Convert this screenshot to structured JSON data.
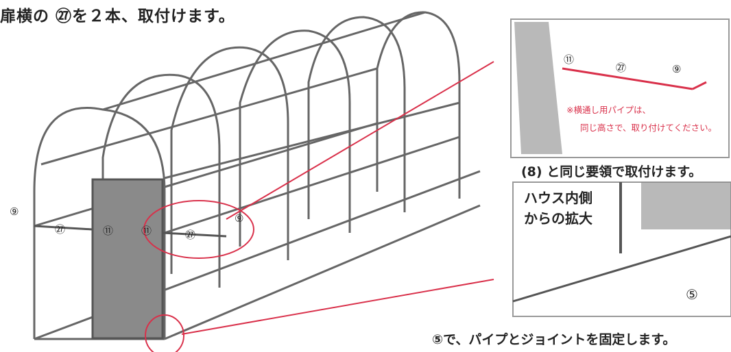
{
  "title": "扉横の ㉗を２本、取付けます。",
  "inset_top": {
    "callouts": [
      "⑪",
      "㉗",
      "⑨"
    ],
    "note_line1": "※横通し用パイプは、",
    "note_line2": "同じ高さで、取り付けてください。",
    "caption": "(8) と同じ要領で取付けます。"
  },
  "inset_bottom": {
    "label_line1": "ハウス内側",
    "label_line2": "からの拡大",
    "callout": "⑤",
    "caption": "⑤で、パイプとジョイントを固定します。"
  },
  "main_callouts": [
    "⑨",
    "㉗",
    "⑪",
    "⑪",
    "㉗",
    "⑨"
  ],
  "colors": {
    "accent_red": "#d9304a",
    "pipe": "#555555",
    "panel": "#8a8a8a",
    "text": "#222222"
  }
}
